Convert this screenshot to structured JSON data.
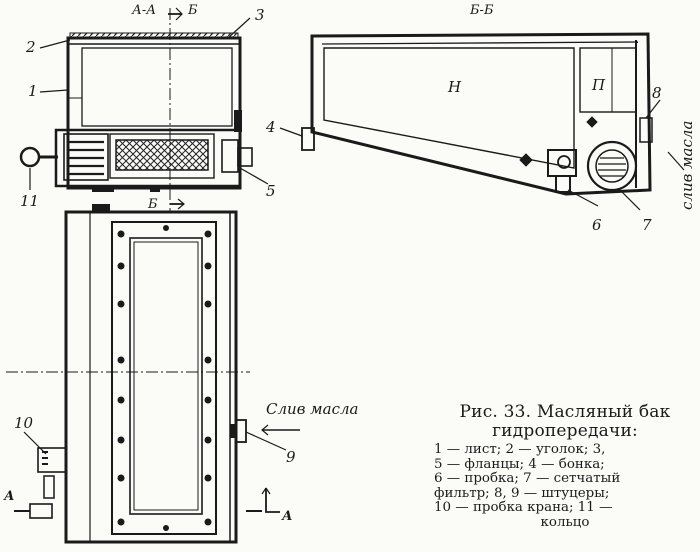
{
  "figure": {
    "caption_title": "Рис. 33. Масляный бак гидропередачи:",
    "caption_body_lines": [
      "1 — лист; 2 — уголок; 3,",
      "5 — фланцы; 4 — бонка;",
      "6 — пробка; 7 — сетчатый",
      "фильтр; 8, 9 — штуцеры;",
      "10 — пробка крана; 11 —",
      "кольцо"
    ]
  },
  "section_labels": {
    "aa_top": "А-А",
    "bb_arrow_top": "Б",
    "bb_bottom_arrow": "Б",
    "bb_side_view": "Б-Б",
    "a_left": "А",
    "a_right": "А"
  },
  "callouts": {
    "n1": "1",
    "n2": "2",
    "n3": "3",
    "n4": "4",
    "n5": "5",
    "n6": "6",
    "n7": "7",
    "n8": "8",
    "n9": "9",
    "n10": "10",
    "n11": "11"
  },
  "compartments": {
    "big": "Н",
    "small": "П"
  },
  "drain": {
    "right_vertical": "слив масла",
    "bottom_horizontal": "Слив масла"
  }
}
